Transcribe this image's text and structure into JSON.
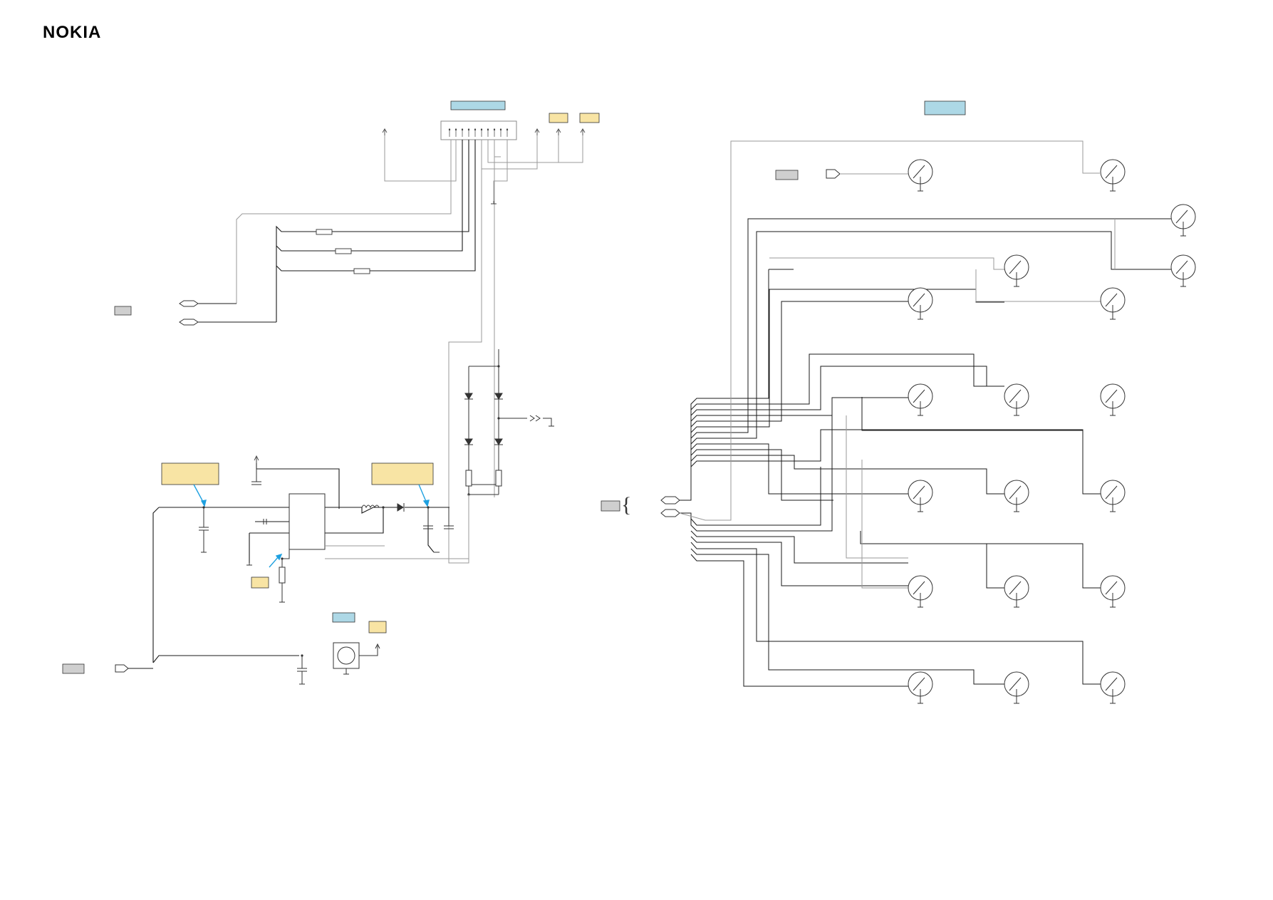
{
  "brand": {
    "logo_text": "NOKIA",
    "color": "#000000"
  },
  "colors": {
    "wire_dark": "#1a1a1a",
    "wire_light": "#9a9a9a",
    "label_blue": "#add8e6",
    "label_yellow": "#f8e4a4",
    "label_gray": "#cfcfcf",
    "arrow_blue": "#1ea0e0"
  },
  "icons": [
    "nokia-logo",
    "resistor",
    "capacitor",
    "inductor",
    "diode",
    "led",
    "keypad-switch",
    "buzzer",
    "ic-chip",
    "connector-pin",
    "ground"
  ]
}
